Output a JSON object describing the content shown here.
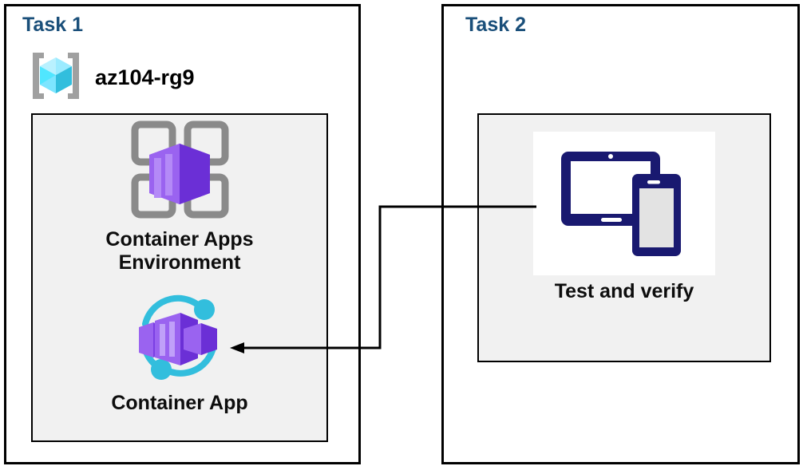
{
  "diagram": {
    "title_color": "#1A4F7A",
    "background": "#ffffff",
    "panel_fill": "#f1f1f1",
    "border_color": "#000000"
  },
  "task1": {
    "title": "Task 1",
    "resource_group": {
      "name": "az104-rg9",
      "icon": "azure-resource-group-icon",
      "icon_colors": {
        "cube": "#50E6FF",
        "brackets": "#A0A0A0"
      }
    },
    "nodes": [
      {
        "id": "container-apps-environment",
        "label": "Container Apps\nEnvironment",
        "icon": "azure-container-apps-environment-icon",
        "icon_colors": {
          "frame": "#8A8A8A",
          "box": "#7B3FE4"
        }
      },
      {
        "id": "container-app",
        "label": "Container App",
        "icon": "azure-container-app-icon",
        "icon_colors": {
          "ring": "#32BEDD",
          "box": "#9A63F0",
          "box_dark": "#7B3FE4"
        }
      }
    ]
  },
  "task2": {
    "title": "Task 2",
    "nodes": [
      {
        "id": "test-and-verify",
        "label": "Test and verify",
        "icon": "tablet-and-phone-devices-icon",
        "icon_colors": {
          "device": "#191970",
          "screen": "#E3E3E3"
        }
      }
    ]
  },
  "connector": {
    "id": "test-to-container-app-arrow",
    "from": "test-and-verify",
    "to": "container-app",
    "style": "elbow-arrow",
    "color": "#000000"
  }
}
